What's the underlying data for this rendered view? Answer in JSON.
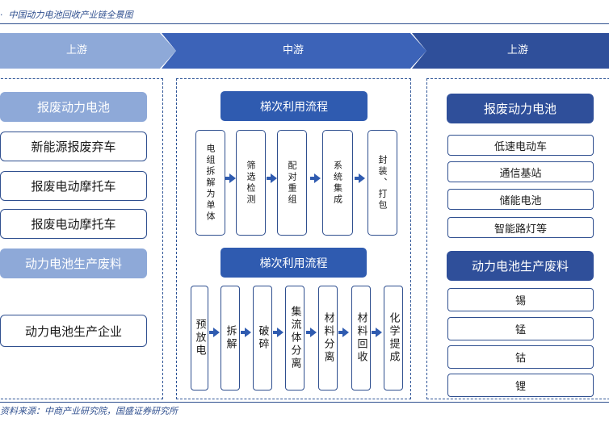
{
  "title": "中国动力电池回收产业链全景图",
  "source": "资料来源：中商产业研究院，国盛证券研究所",
  "stages": {
    "upstream": "上游",
    "midstream": "中游",
    "downstream": "上游"
  },
  "left_panel": {
    "header1": "报废动力电池",
    "items": [
      "新能源报废弃车",
      "报废电动摩托车",
      "报废电动摩托车"
    ],
    "header2": "动力电池生产废料",
    "item_bottom": "动力电池生产企业"
  },
  "middle_panel": {
    "flow1": {
      "title": "梯次利用流程",
      "steps": [
        "电组拆解为单体",
        "筛选检测",
        "配对重组",
        "系统集成",
        "封装、打包"
      ]
    },
    "flow2": {
      "title": "梯次利用流程",
      "steps": [
        "预放电",
        "拆解",
        "破碎",
        "集流体分离",
        "材料分离",
        "材料回收",
        "化学提成"
      ]
    }
  },
  "right_panel": {
    "header1": "报废动力电池",
    "items1": [
      "低速电动车",
      "通信基站",
      "储能电池",
      "智能路灯等"
    ],
    "header2": "动力电池生产废料",
    "items2": [
      "锡",
      "锰",
      "钴",
      "锂"
    ]
  },
  "colors": {
    "accent": "#2f5bb0",
    "light": "#8ea9d8",
    "dark": "#2f4f9a",
    "border": "#2f4f8f"
  }
}
